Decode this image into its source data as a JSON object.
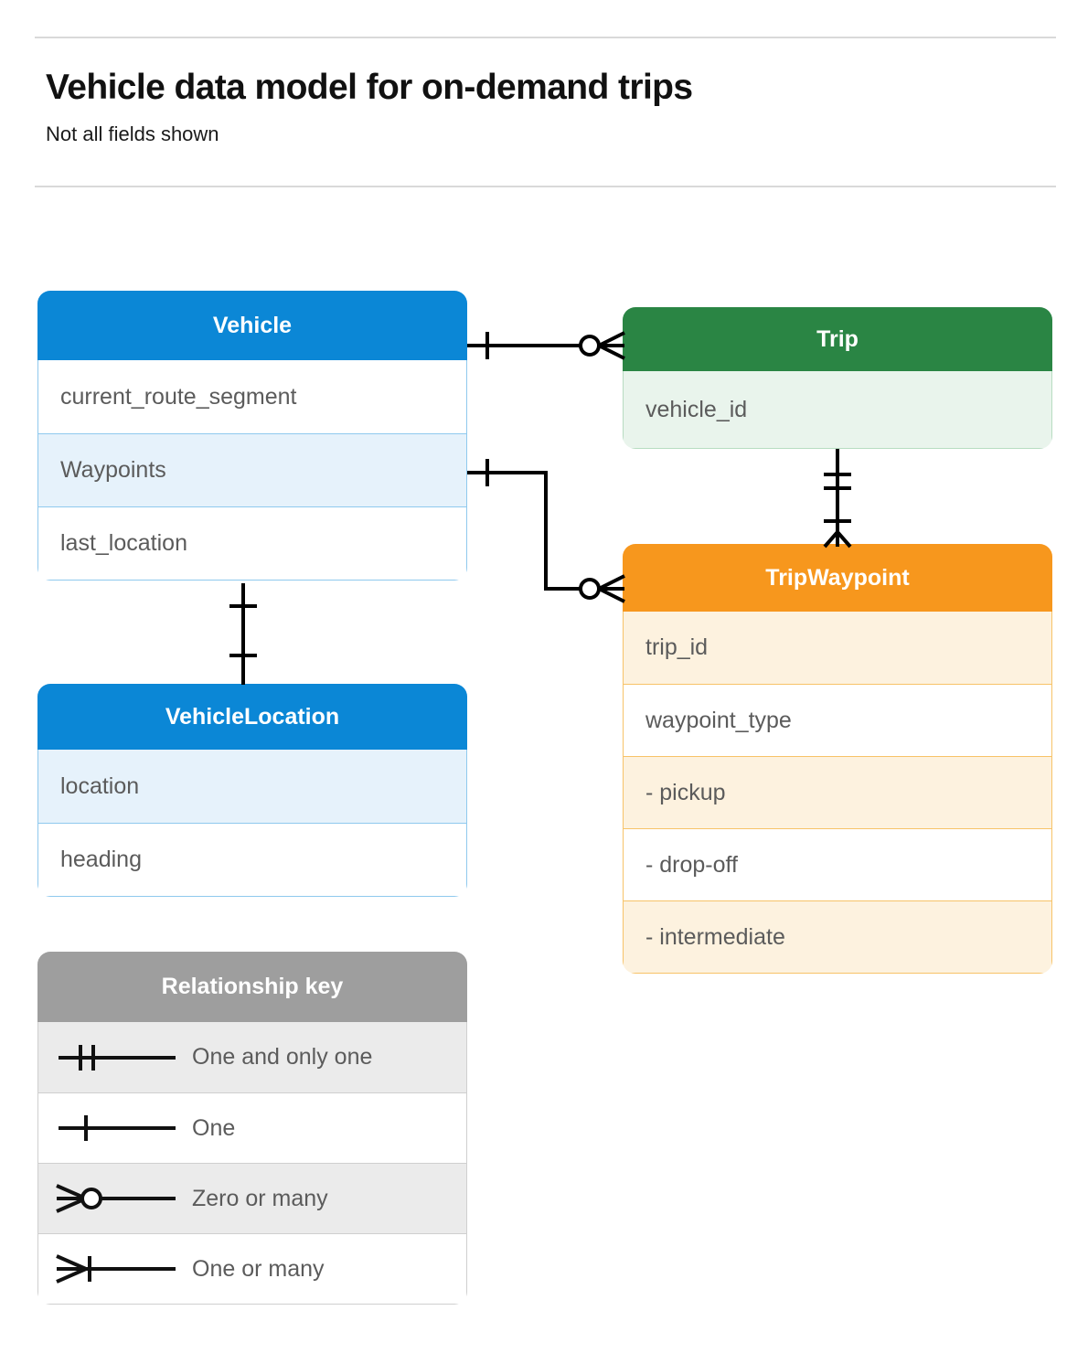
{
  "header": {
    "title": "Vehicle data model for on-demand trips",
    "subtitle": "Not all fields shown"
  },
  "colors": {
    "blue_header": "#0b87d6",
    "blue_row_alt": "#e6f2fb",
    "blue_border": "#8fc9ee",
    "green_header": "#2a8544",
    "green_row_alt": "#e9f4ec",
    "green_border": "#b7dcc1",
    "orange_header": "#f7971d",
    "orange_row_alt": "#fdf2df",
    "orange_border": "#f7c368",
    "legend_header": "#9e9e9e",
    "legend_row_alt": "#ebebeb",
    "connector": "#000000",
    "text_row": "#5b5b5b",
    "rule": "#d9d9d9"
  },
  "entities": [
    {
      "name": "Vehicle",
      "color": "blue",
      "rows": [
        {
          "label": "current_route_segment",
          "highlighted": false
        },
        {
          "label": "Waypoints",
          "highlighted": true
        },
        {
          "label": "last_location",
          "highlighted": false
        }
      ]
    },
    {
      "name": "Trip",
      "color": "green",
      "rows": [
        {
          "label": "vehicle_id",
          "highlighted": true
        }
      ]
    },
    {
      "name": "TripWaypoint",
      "color": "orange",
      "rows": [
        {
          "label": "trip_id",
          "highlighted": true
        },
        {
          "label": "waypoint_type",
          "highlighted": false
        },
        {
          "label": "-  pickup",
          "highlighted": true
        },
        {
          "label": "-  drop-off",
          "highlighted": false
        },
        {
          "label": "-  intermediate",
          "highlighted": true
        }
      ]
    },
    {
      "name": "VehicleLocation",
      "color": "blue",
      "rows": [
        {
          "label": "location",
          "highlighted": true
        },
        {
          "label": "heading",
          "highlighted": false
        }
      ]
    }
  ],
  "legend": {
    "title": "Relationship key",
    "items": [
      {
        "symbol": "one-and-only-one",
        "label": "One and only one"
      },
      {
        "symbol": "one",
        "label": "One"
      },
      {
        "symbol": "zero-or-many",
        "label": "Zero or many"
      },
      {
        "symbol": "one-or-many",
        "label": "One or many"
      }
    ]
  },
  "relationships": [
    {
      "from": "Vehicle",
      "to": "Trip",
      "from_cardinality": "One",
      "to_cardinality": "Zero or many",
      "to_field": "vehicle_id"
    },
    {
      "from": "Vehicle.Waypoints",
      "to": "TripWaypoint",
      "from_cardinality": "One",
      "to_cardinality": "Zero or many"
    },
    {
      "from": "Trip",
      "to": "TripWaypoint",
      "from_cardinality": "One and only one",
      "to_cardinality": "One or many",
      "to_field": "trip_id"
    },
    {
      "from": "Vehicle",
      "to": "VehicleLocation",
      "from_cardinality": "One",
      "to_cardinality": "One"
    }
  ]
}
